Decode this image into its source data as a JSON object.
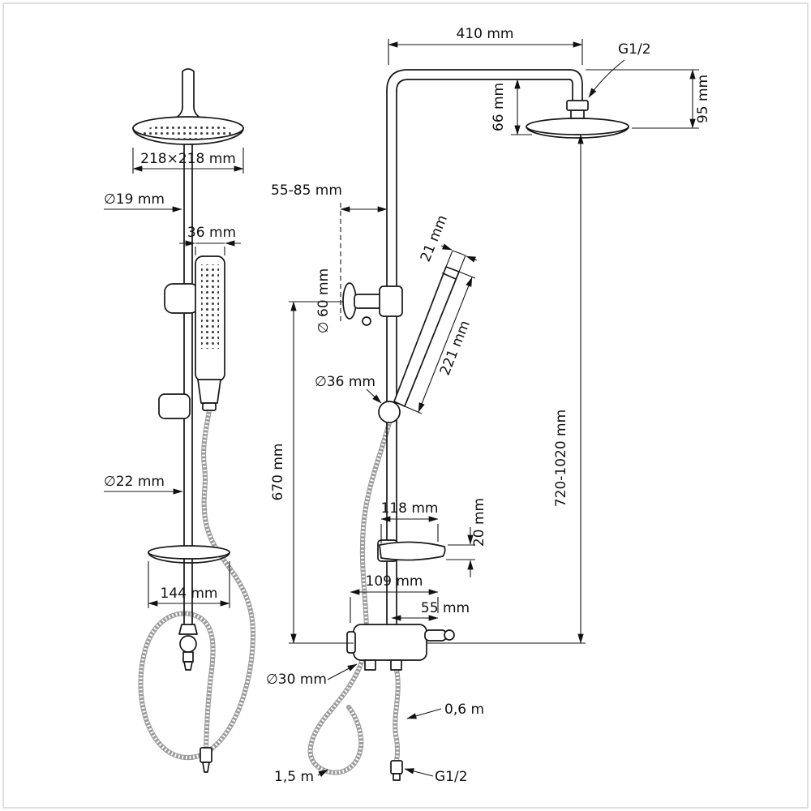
{
  "drawing": {
    "left_view": {
      "head_size": "218×218 mm",
      "pipe_diameter": "∅19 mm",
      "handset_width": "36 mm",
      "lower_pipe_diameter": "∅22 mm",
      "shelf_width": "144 mm"
    },
    "right_view": {
      "arm_length": "410 mm",
      "top_thread": "G1/2",
      "head_offset": "95 mm",
      "head_drop": "66 mm",
      "wall_distance": "55-85 mm",
      "bracket_diameter": "∅ 60 mm",
      "handset_diameter": "21 mm",
      "handset_length": "221 mm",
      "holder_diameter": "∅36 mm",
      "column_height": "670 mm",
      "total_height": "720-1020 mm",
      "shelf_depth": "118 mm",
      "shelf_thickness": "20 mm",
      "mixer_width": "109 mm",
      "spout_offset": "55 mm",
      "mixer_diameter": "∅30 mm",
      "short_hose": "0,6 m",
      "long_hose": "1,5 m",
      "bottom_thread": "G1/2"
    }
  }
}
